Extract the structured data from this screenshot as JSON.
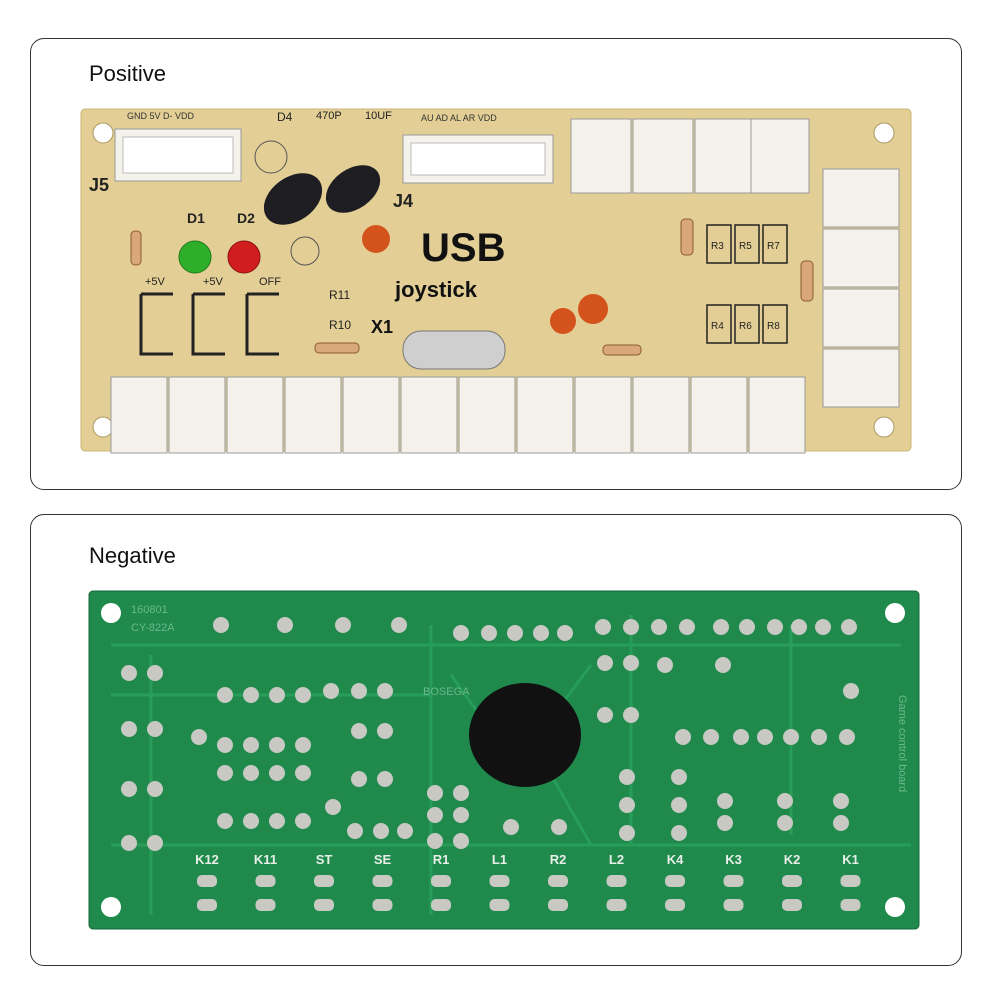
{
  "positive": {
    "title": "Positive",
    "board": {
      "labels": {
        "usb": "USB",
        "joystick": "joystick",
        "j4": "J4",
        "j5": "J5",
        "x1": "X1",
        "d1": "D1",
        "d2": "D2",
        "d4": "D4",
        "plus5v_a": "+5V",
        "plus5v_b": "+5V",
        "off": "OFF",
        "r11": "R11",
        "r10": "R10",
        "r3": "R3",
        "r4": "R4",
        "r5": "R5",
        "r6": "R6",
        "r7": "R7",
        "r8": "R8",
        "cap_470": "470P",
        "cap_10u": "10UF",
        "j5_pins": "GND 5V D- VDD",
        "j4_pins": "AU AD AL AR VDD"
      },
      "colors": {
        "pcb": "#e3cf95",
        "connector": "#f4f2ea",
        "led_green": "#2fae2a",
        "led_red": "#d11d1d"
      }
    }
  },
  "negative": {
    "title": "Negative",
    "board": {
      "labels": {
        "code1": "160801",
        "code2": "CY-822A",
        "brand": "BOSEGA",
        "side": "Game control board"
      },
      "button_labels": [
        "K12",
        "K11",
        "ST",
        "SE",
        "R1",
        "L1",
        "R2",
        "L2",
        "K4",
        "K3",
        "K2",
        "K1"
      ],
      "colors": {
        "pcb": "#1f8a4c",
        "trace": "#2aa25e",
        "solder": "#c9c9c4",
        "blob": "#111111"
      }
    }
  }
}
